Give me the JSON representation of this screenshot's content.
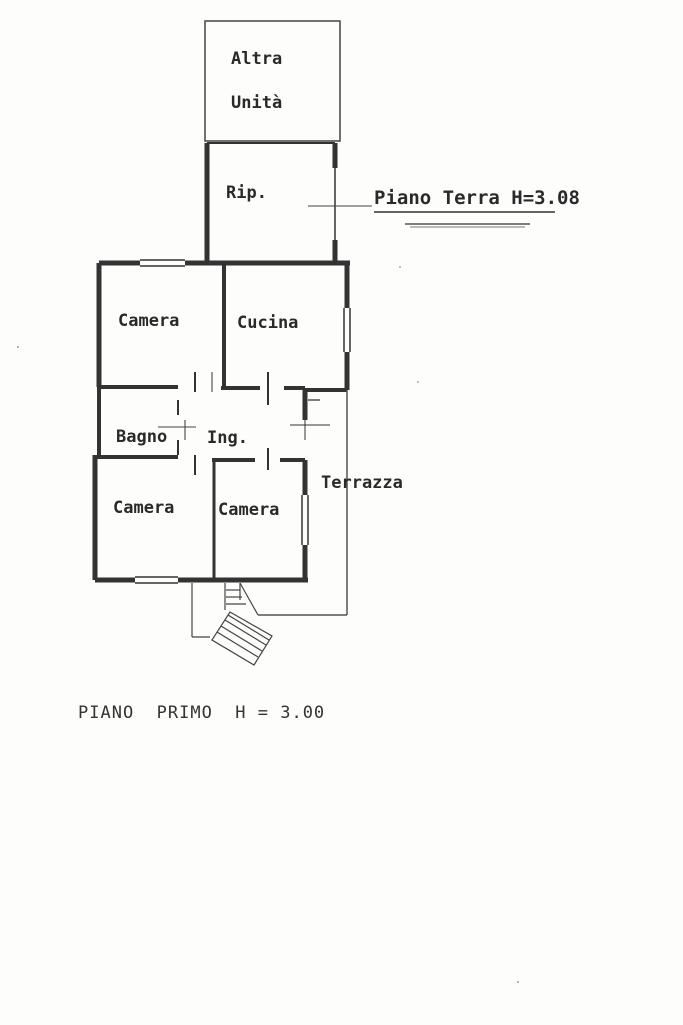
{
  "rooms": {
    "altra_unita_line1": "Altra",
    "altra_unita_line2": "Unità",
    "ripostiglio": "Rip.",
    "camera_top": "Camera",
    "cucina": "Cucina",
    "bagno": "Bagno",
    "ingresso": "Ing.",
    "terrazza": "Terrazza",
    "camera_bottom_left": "Camera",
    "camera_bottom_right": "Camera"
  },
  "labels": {
    "piano_terra": "Piano Terra H=3.08",
    "piano_primo": "PIANO  PRIMO  H = 3.00"
  }
}
